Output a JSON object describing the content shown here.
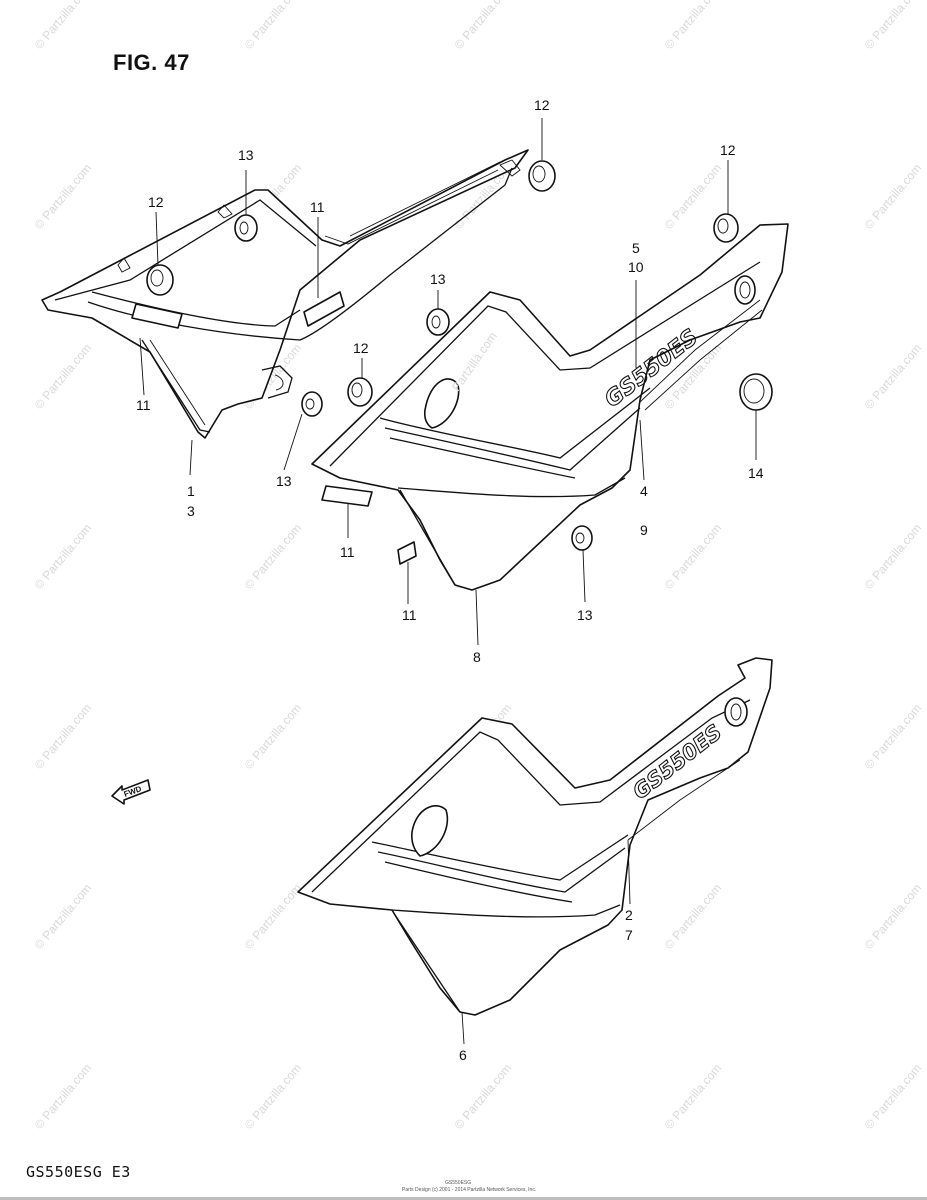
{
  "figure": {
    "title": "FIG. 47",
    "model_code": "GS550ESG  E3",
    "footer_code": "GS550ESG",
    "copyright": "Parts Design (c) 2001 - 2014 Partzilla Network Services, Inc."
  },
  "watermark": {
    "text": "© Partzilla.com",
    "center_text": "Partzilla.com"
  },
  "decals": {
    "upper": "GS550ES",
    "lower": "GS550ES"
  },
  "fwd_label": "FWD",
  "callouts": [
    {
      "id": "c12a",
      "label": "12"
    },
    {
      "id": "c13a",
      "label": "13"
    },
    {
      "id": "c11a",
      "label": "11"
    },
    {
      "id": "c12b",
      "label": "12"
    },
    {
      "id": "c12c",
      "label": "12"
    },
    {
      "id": "c5",
      "label": "5"
    },
    {
      "id": "c10",
      "label": "10"
    },
    {
      "id": "c13b",
      "label": "13"
    },
    {
      "id": "c12d",
      "label": "12"
    },
    {
      "id": "c11b",
      "label": "11"
    },
    {
      "id": "c1",
      "label": "1"
    },
    {
      "id": "c3",
      "label": "3"
    },
    {
      "id": "c13c",
      "label": "13"
    },
    {
      "id": "c14",
      "label": "14"
    },
    {
      "id": "c4",
      "label": "4"
    },
    {
      "id": "c9",
      "label": "9"
    },
    {
      "id": "c11c",
      "label": "11"
    },
    {
      "id": "c11d",
      "label": "11"
    },
    {
      "id": "c13d",
      "label": "13"
    },
    {
      "id": "c8",
      "label": "8"
    },
    {
      "id": "c2",
      "label": "2"
    },
    {
      "id": "c7",
      "label": "7"
    },
    {
      "id": "c6",
      "label": "6"
    }
  ]
}
